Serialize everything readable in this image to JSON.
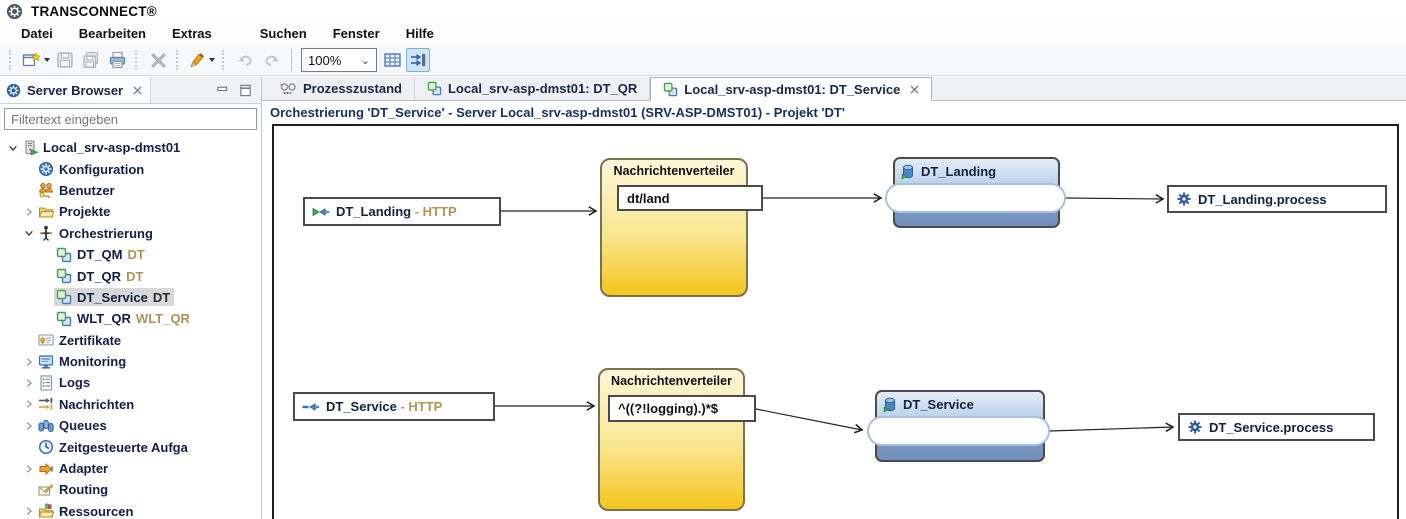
{
  "window": {
    "title": "TRANSCONNECT®",
    "app_icon": "gear-logo-icon"
  },
  "menu": {
    "items": [
      "Datei",
      "Bearbeiten",
      "Extras",
      "Suchen",
      "Fenster",
      "Hilfe"
    ]
  },
  "toolbar": {
    "zoom_value": "100%",
    "buttons": [
      {
        "icon": "new-icon",
        "enabled": true,
        "dropdown": true
      },
      {
        "icon": "save-icon",
        "enabled": false
      },
      {
        "icon": "save-all-icon",
        "enabled": false
      },
      {
        "icon": "print-icon",
        "enabled": true
      },
      {
        "icon": "delete-icon",
        "enabled": false
      },
      {
        "icon": "highlighter-icon",
        "enabled": true,
        "dropdown": true
      },
      {
        "icon": "undo-icon",
        "enabled": false
      },
      {
        "icon": "redo-icon",
        "enabled": false
      },
      {
        "icon": "grid-icon",
        "enabled": true
      },
      {
        "icon": "auto-layout-icon",
        "enabled": true,
        "toggled": true
      }
    ]
  },
  "server_browser": {
    "title": "Server Browser",
    "filter_placeholder": "Filtertext eingeben",
    "tree": [
      {
        "label": "Local_srv-asp-dmst01",
        "icon": "server-icon",
        "expander": "open",
        "level": 0
      },
      {
        "label": "Konfiguration",
        "icon": "config-icon",
        "expander": "none",
        "level": 1
      },
      {
        "label": "Benutzer",
        "icon": "users-icon",
        "expander": "none",
        "level": 1
      },
      {
        "label": "Projekte",
        "icon": "folder-icon",
        "expander": "closed",
        "level": 1
      },
      {
        "label": "Orchestrierung",
        "icon": "orchestration-category-icon",
        "expander": "open",
        "level": 1
      },
      {
        "label": "DT_QM",
        "suffix": "DT",
        "icon": "orchestration-icon",
        "expander": "none",
        "level": 2
      },
      {
        "label": "DT_QR",
        "suffix": "DT",
        "icon": "orchestration-icon",
        "expander": "none",
        "level": 2
      },
      {
        "label": "DT_Service",
        "suffix": "DT",
        "icon": "orchestration-icon",
        "expander": "none",
        "level": 2,
        "selected": true
      },
      {
        "label": "WLT_QR",
        "suffix": "WLT_QR",
        "icon": "orchestration-icon",
        "expander": "none",
        "level": 2
      },
      {
        "label": "Zertifikate",
        "icon": "certificate-icon",
        "expander": "none",
        "level": 1
      },
      {
        "label": "Monitoring",
        "icon": "monitoring-icon",
        "expander": "closed",
        "level": 1
      },
      {
        "label": "Logs",
        "icon": "logs-icon",
        "expander": "closed",
        "level": 1
      },
      {
        "label": "Nachrichten",
        "icon": "messages-icon",
        "expander": "closed",
        "level": 1
      },
      {
        "label": "Queues",
        "icon": "queues-icon",
        "expander": "closed",
        "level": 1
      },
      {
        "label": "Zeitgesteuerte Aufga",
        "icon": "clock-icon",
        "expander": "none",
        "level": 1
      },
      {
        "label": "Adapter",
        "icon": "adapter-icon",
        "expander": "closed",
        "level": 1
      },
      {
        "label": "Routing",
        "icon": "routing-icon",
        "expander": "none",
        "level": 1
      },
      {
        "label": "Ressourcen",
        "icon": "resources-icon",
        "expander": "closed",
        "level": 1
      }
    ]
  },
  "editor": {
    "tabs": [
      {
        "label": "Prozesszustand",
        "icon": "process-state-icon",
        "active": false
      },
      {
        "label": "Local_srv-asp-dmst01: DT_QR",
        "icon": "orchestration-icon",
        "active": false
      },
      {
        "label": "Local_srv-asp-dmst01: DT_Service",
        "icon": "orchestration-icon",
        "active": true,
        "closable": true
      }
    ],
    "header": "Orchestrierung 'DT_Service' - Server Local_srv-asp-dmst01 (SRV-ASP-DMST01) - Projekt 'DT'"
  },
  "diagram": {
    "flows": [
      {
        "entry": {
          "name": "DT_Landing",
          "separator": " - ",
          "protocol": "HTTP",
          "icon": "http-entry-green-icon"
        },
        "distributor": {
          "title": "Nachrichtenverteiler",
          "filter": "dt/land"
        },
        "queue": {
          "name": "DT_Landing",
          "icon": "queue-cylinder-icon"
        },
        "process": {
          "name": "DT_Landing.process",
          "icon": "process-gear-icon"
        }
      },
      {
        "entry": {
          "name": "DT_Service",
          "separator": " - ",
          "protocol": "HTTP",
          "icon": "http-entry-blue-icon"
        },
        "distributor": {
          "title": "Nachrichtenverteiler",
          "filter": "^((?!logging).)*$"
        },
        "queue": {
          "name": "DT_Service",
          "icon": "queue-cylinder-icon"
        },
        "process": {
          "name": "DT_Service.process",
          "icon": "process-gear-icon"
        }
      }
    ]
  },
  "colors": {
    "accent_blue": "#2d5c9c",
    "node_blue_light": "#dce9f6",
    "node_blue_dark": "#7190bd",
    "distributor_yellow": "#f5c41d",
    "suffix_tan": "#ab9452",
    "selection_gray": "#d8d8d8"
  }
}
